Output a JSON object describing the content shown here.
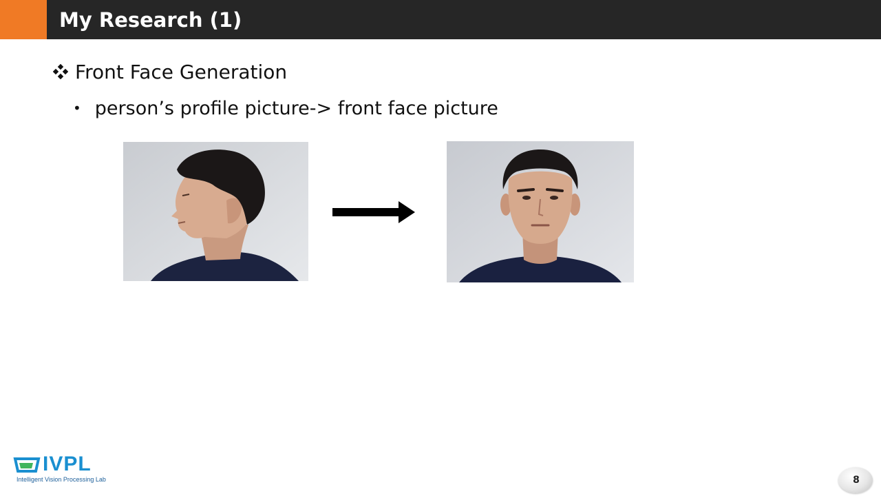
{
  "header": {
    "title": "My Research (1)",
    "accent_color": "#f07a25",
    "bar_color": "#262626"
  },
  "content": {
    "bullet_main": {
      "icon": "diamond-cluster-icon",
      "text": "Front Face Generation"
    },
    "bullet_sub": {
      "text": "person’s profile picture-> front face picture"
    }
  },
  "figure": {
    "left_image": "profile-face-photo",
    "arrow": "right-arrow-icon",
    "right_image": "front-face-photo"
  },
  "footer": {
    "logo_text": "IVPL",
    "logo_subtitle": "Intelligent Vision Processing Lab",
    "page_number": "8"
  }
}
